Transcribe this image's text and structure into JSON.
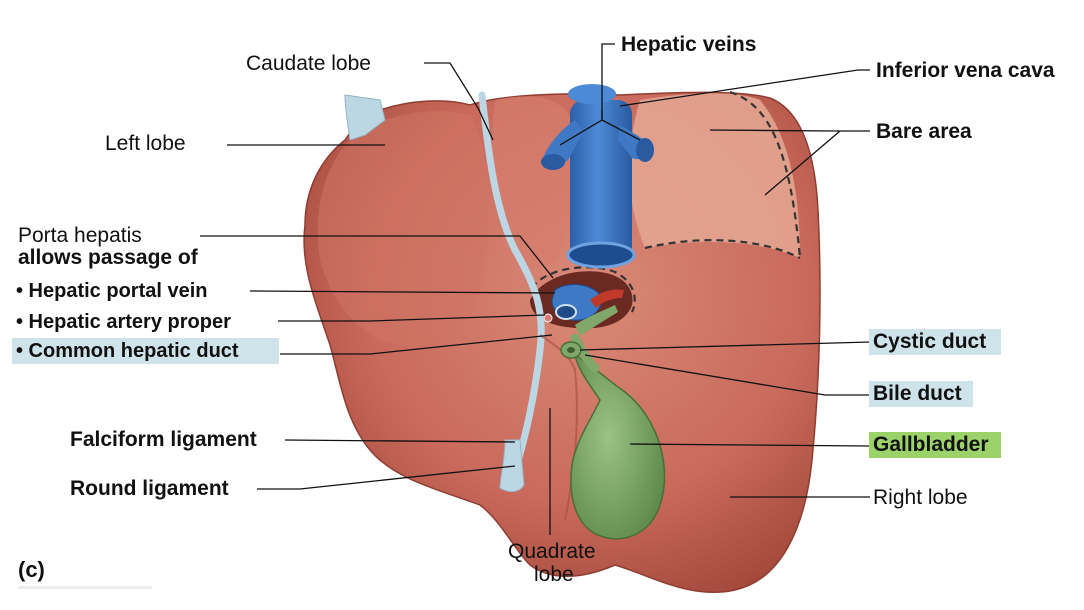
{
  "labels": {
    "caudate_lobe": "Caudate lobe",
    "hepatic_veins": "Hepatic veins",
    "inferior_vena_cava": "Inferior vena cava",
    "left_lobe": "Left lobe",
    "bare_area": "Bare area",
    "porta_hepatis_line1": "Porta hepatis",
    "porta_hepatis_line2": "allows passage of",
    "hepatic_portal_vein": "• Hepatic portal vein",
    "hepatic_artery_proper": "• Hepatic artery proper",
    "common_hepatic_duct": "• Common hepatic duct",
    "cystic_duct": "Cystic duct",
    "bile_duct": "Bile duct",
    "falciform_ligament": "Falciform ligament",
    "gallbladder": "Gallbladder",
    "round_ligament": "Round ligament",
    "right_lobe": "Right lobe",
    "quadrate_lobe_line1": "Quadrate",
    "quadrate_lobe_line2": "lobe",
    "panel_letter": "(c)"
  },
  "colors": {
    "liver": "#c96a5c",
    "liver_dark": "#a9493f",
    "liver_light": "#dd8f7f",
    "bare_area": "#dea08c",
    "vena_cava": "#3f78c4",
    "gallbladder": "#7fa86a",
    "ligament": "#bcd6e3",
    "highlight_blue": "#cfe3ea",
    "highlight_green": "#9bd36a"
  }
}
